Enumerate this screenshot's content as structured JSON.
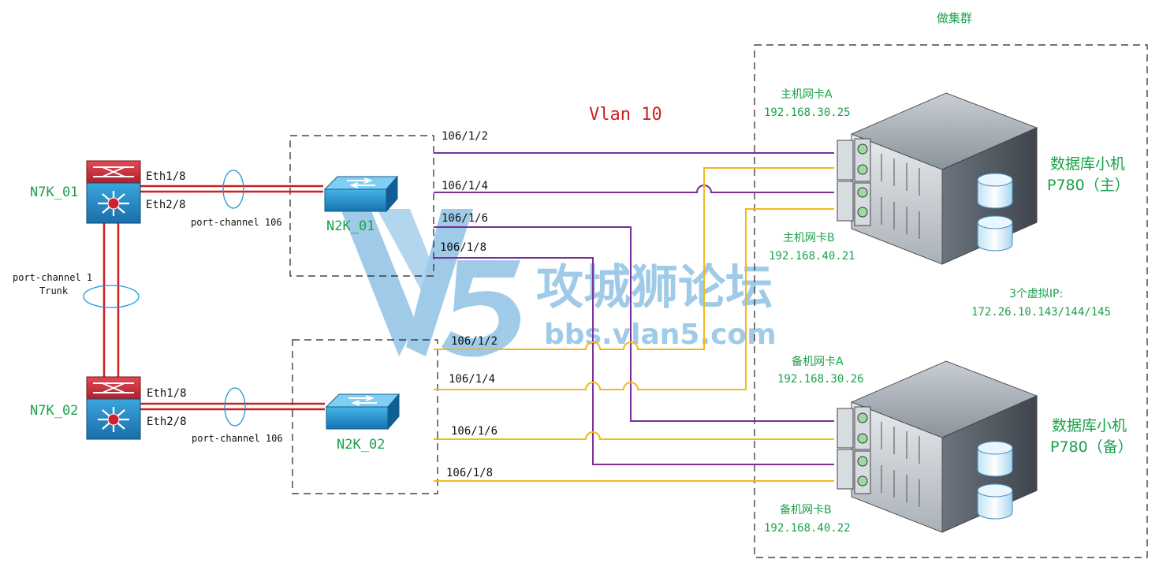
{
  "cluster_title": "做集群",
  "vlan_label": "Vlan 10",
  "core_switches": {
    "n7k_01": {
      "name": "N7K_01",
      "eth1": "Eth1/8",
      "eth2": "Eth2/8",
      "pc_label": "port-channel 106"
    },
    "n7k_02": {
      "name": "N7K_02",
      "eth1": "Eth1/8",
      "eth2": "Eth2/8",
      "pc_label": "port-channel 106"
    },
    "interlink": {
      "line1": "port-channel 1",
      "line2": "Trunk"
    }
  },
  "access_switches": {
    "n2k_01": {
      "name": "N2K_01",
      "ports": [
        "106/1/2",
        "106/1/4",
        "106/1/6",
        "106/1/8"
      ]
    },
    "n2k_02": {
      "name": "N2K_02",
      "ports": [
        "106/1/2",
        "106/1/4",
        "106/1/6",
        "106/1/8"
      ]
    }
  },
  "servers": {
    "primary": {
      "title_line1": "数据库小机",
      "title_line2": "P780（主）",
      "nic_a_label": "主机网卡A",
      "nic_a_ip": "192.168.30.25",
      "nic_b_label": "主机网卡B",
      "nic_b_ip": "192.168.40.21"
    },
    "backup": {
      "title_line1": "数据库小机",
      "title_line2": "P780（备）",
      "nic_a_label": "备机网卡A",
      "nic_a_ip": "192.168.30.26",
      "nic_b_label": "备机网卡B",
      "nic_b_ip": "192.168.40.22"
    }
  },
  "virtual_ip": {
    "line1": "3个虚拟IP:",
    "line2": "172.26.10.143/144/145"
  },
  "watermark": {
    "brand": "攻城狮论坛",
    "url": "bbs.vlan5.com"
  },
  "colors": {
    "vlan30_link": "#7a2e9c",
    "vlan40_link": "#f2b81e",
    "core_link": "#cc1f1f",
    "label_green": "#1aa14a",
    "vlan_red": "#d21f1f"
  }
}
